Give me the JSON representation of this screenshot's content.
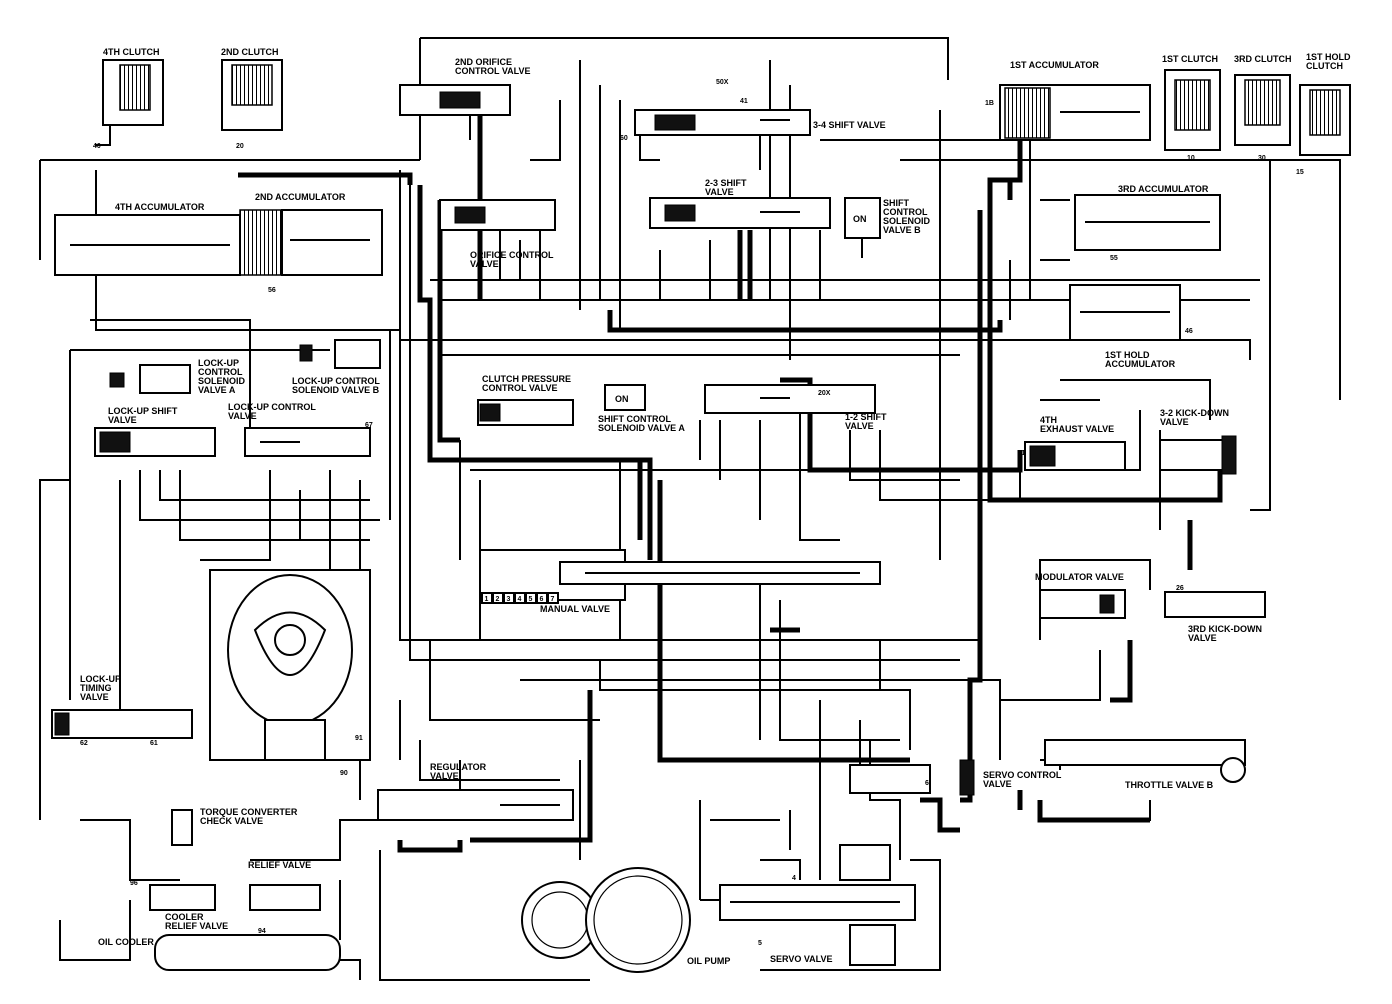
{
  "labels": {
    "clutch_4th": "4TH CLUTCH",
    "clutch_2nd": "2ND CLUTCH",
    "orifice_2nd": "2ND ORIFICE\nCONTROL VALVE",
    "accum_1st": "1ST ACCUMULATOR",
    "clutch_1st": "1ST CLUTCH",
    "clutch_3rd": "3RD CLUTCH",
    "hold_clutch_1st": "1ST HOLD\nCLUTCH",
    "shift_34": "3-4 SHIFT VALVE",
    "shift_23": "2-3 SHIFT\nVALVE",
    "accum_4th": "4TH ACCUMULATOR",
    "accum_2nd": "2ND ACCUMULATOR",
    "accum_3rd": "3RD ACCUMULATOR",
    "shift_solenoid_b": "SHIFT\nCONTROL\nSOLENOID\nVALVE B",
    "orifice_control": "ORIFICE CONTROL\nVALVE",
    "on_b": "ON",
    "hold_accum_1st": "1ST HOLD\nACCUMULATOR",
    "lockup_sol_a": "LOCK-UP\nCONTROL\nSOLENOID\nVALVE A",
    "lockup_sol_b": "LOCK-UP CONTROL\nSOLENOID VALVE B",
    "lockup_shift": "LOCK-UP SHIFT\nVALVE",
    "lockup_control": "LOCK-UP CONTROL\nVALVE",
    "clutch_pressure": "CLUTCH PRESSURE\nCONTROL VALVE",
    "on_a": "ON",
    "shift_solenoid_a": "SHIFT CONTROL\nSOLENOID VALVE A",
    "shift_12": "1-2 SHIFT\nVALVE",
    "exhaust_4th": "4TH\nEXHAUST VALVE",
    "kickdown_32": "3-2 KICK-DOWN\nVALVE",
    "manual_valve": "MANUAL VALVE",
    "modulator": "MODULATOR VALVE",
    "kickdown_3rd": "3RD KICK-DOWN\nVALVE",
    "lockup_timing": "LOCK-UP\nTIMING\nVALVE",
    "regulator": "REGULATOR\nVALVE",
    "servo_control": "SERVO CONTROL\nVALVE",
    "throttle_b": "THROTTLE VALVE B",
    "tc_check": "TORQUE CONVERTER\nCHECK VALVE",
    "relief": "RELIEF VALVE",
    "cooler_relief": "COOLER\nRELIEF VALVE",
    "oil_cooler": "OIL COOLER",
    "oil_pump": "OIL PUMP",
    "servo_valve": "SERVO VALVE"
  },
  "ports": {
    "p40": "40",
    "p20": "20",
    "p1b": "1B",
    "p10": "10",
    "p30": "30",
    "p15": "15",
    "p56": "56",
    "p46": "46",
    "p55": "55",
    "p91": "91",
    "p60": "60",
    "p41": "41",
    "p62": "62",
    "p61": "61",
    "p67": "67",
    "p90": "90",
    "p96": "96",
    "p94": "94",
    "p11": "11",
    "p26": "26",
    "p6": "6",
    "p20x": "20X",
    "p50x": "50X",
    "p4": "4",
    "p5": "5"
  },
  "manual_positions": [
    "1",
    "2",
    "3",
    "4",
    "5",
    "6",
    "7"
  ]
}
